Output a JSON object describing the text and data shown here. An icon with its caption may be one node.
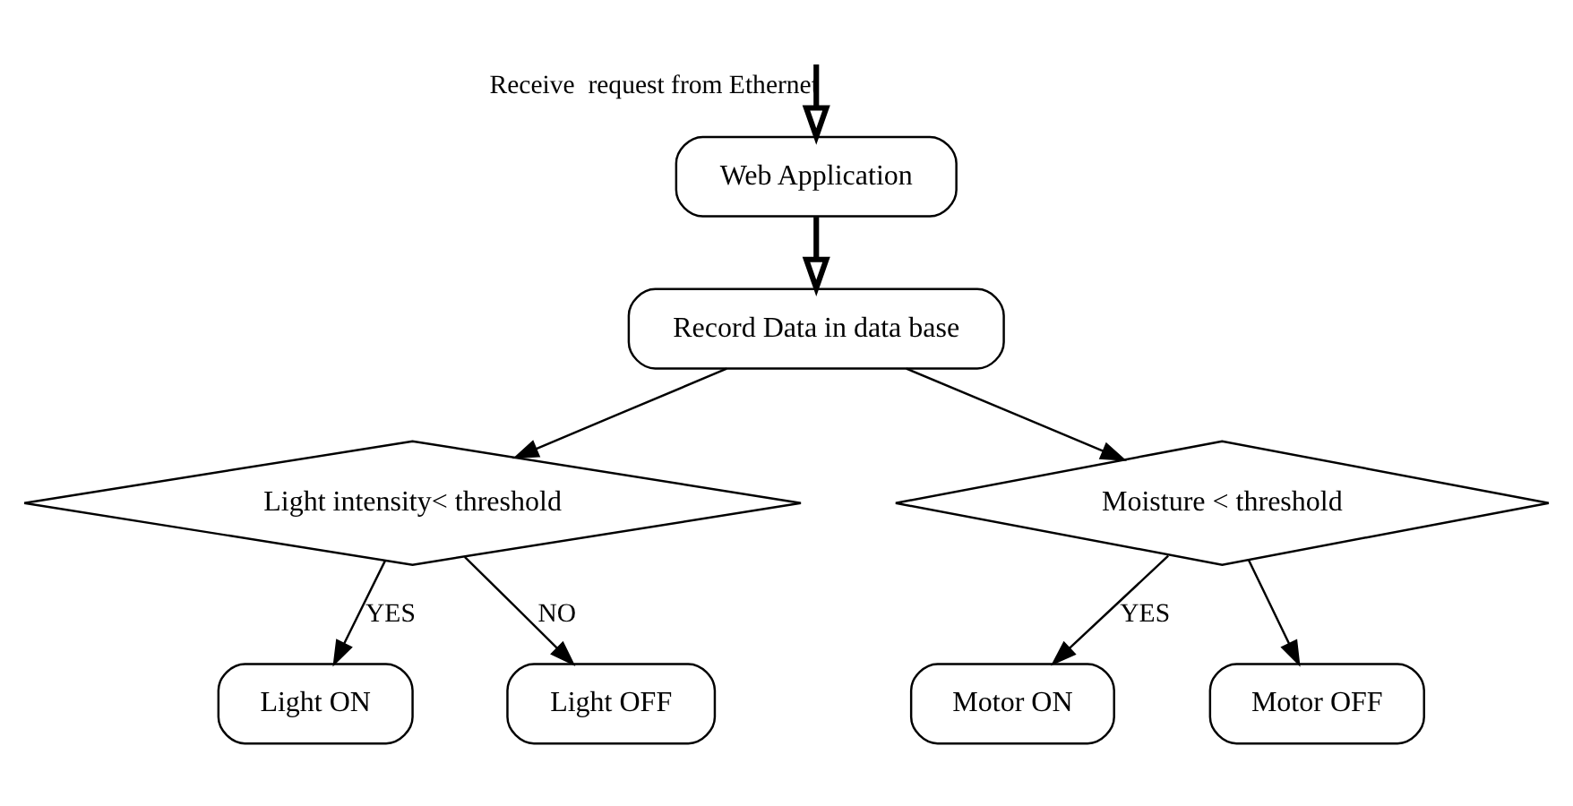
{
  "diagram": {
    "nodes": [
      {
        "text": [
          "Web Application"
        ]
      },
      {
        "text": [
          "Record Data in data base"
        ]
      },
      {
        "text": [
          "Light intensity< threshold"
        ]
      },
      {
        "text": [
          "Moisture < threshold"
        ]
      },
      {
        "text": [
          "Light ON"
        ]
      },
      {
        "text": [
          "Light OFF"
        ]
      },
      {
        "text": [
          "Motor ON"
        ]
      },
      {
        "text": [
          "Motor OFF"
        ]
      }
    ],
    "edges": [
      {
        "from": null,
        "to": 0,
        "arrow": "to",
        "label": "Receive  request from Ethernet",
        "style": "thick"
      },
      {
        "from": 0,
        "to": 1,
        "arrow": "to",
        "style": "thick"
      },
      {
        "from": 1,
        "to": 2,
        "arrow": "to"
      },
      {
        "from": 1,
        "to": 3,
        "arrow": "to"
      },
      {
        "from": 2,
        "to": 4,
        "arrow": "to",
        "label": "YES"
      },
      {
        "from": 2,
        "to": 5,
        "arrow": "to",
        "label": "NO"
      },
      {
        "from": 3,
        "to": 6,
        "arrow": "to",
        "label": "YES"
      },
      {
        "from": 3,
        "to": 7,
        "arrow": "to"
      }
    ]
  }
}
